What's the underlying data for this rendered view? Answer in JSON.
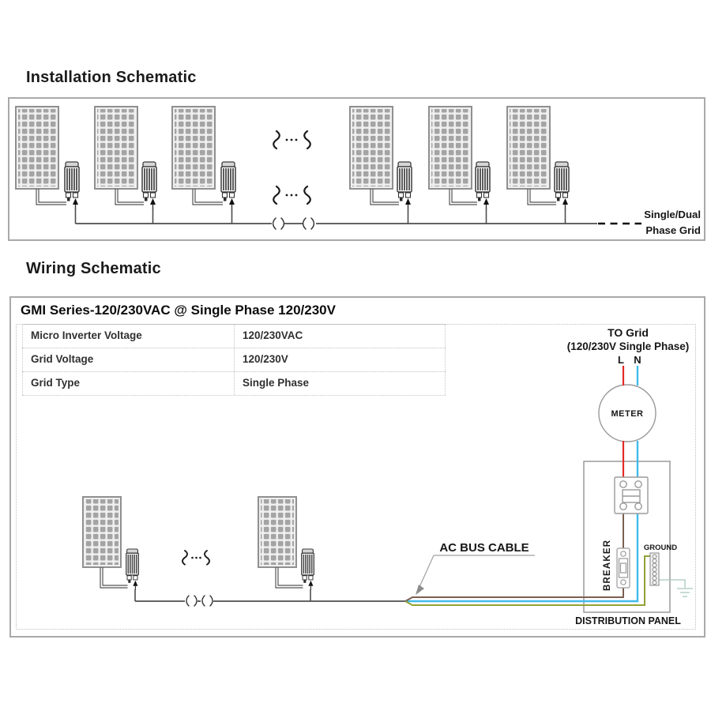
{
  "installation": {
    "title": "Installation Schematic",
    "phase_grid_line1": "Single/Dual",
    "phase_grid_line2": "Phase Grid"
  },
  "wiring": {
    "title": "Wiring Schematic",
    "box_title": "GMI Series-120/230VAC @ Single Phase 120/230V",
    "table": {
      "rows": [
        {
          "label": "Micro Inverter Voltage",
          "value": "120/230VAC"
        },
        {
          "label": "Grid  Voltage",
          "value": "120/230V"
        },
        {
          "label": "Grid Type",
          "value": "Single Phase"
        }
      ]
    },
    "to_grid_line1": "TO Grid",
    "to_grid_line2": "(120/230V Single Phase)",
    "l_label": "L",
    "n_label": "N",
    "meter_label": "METER",
    "breaker_label": "BREAKER",
    "ground_label": "GROUND",
    "ac_bus_cable_label": "AC BUS CABLE",
    "distribution_panel_label": "DISTRIBUTION PANEL"
  },
  "colors": {
    "line_red": "#e62a24",
    "neutral_cyan": "#3fbcec",
    "phase_brown": "#7b5f50",
    "ground_olive": "#92a135",
    "earth_teal": "#a6c8bb",
    "wire_dark": "#4d4d4d",
    "border_gray": "#a9a9a9"
  }
}
